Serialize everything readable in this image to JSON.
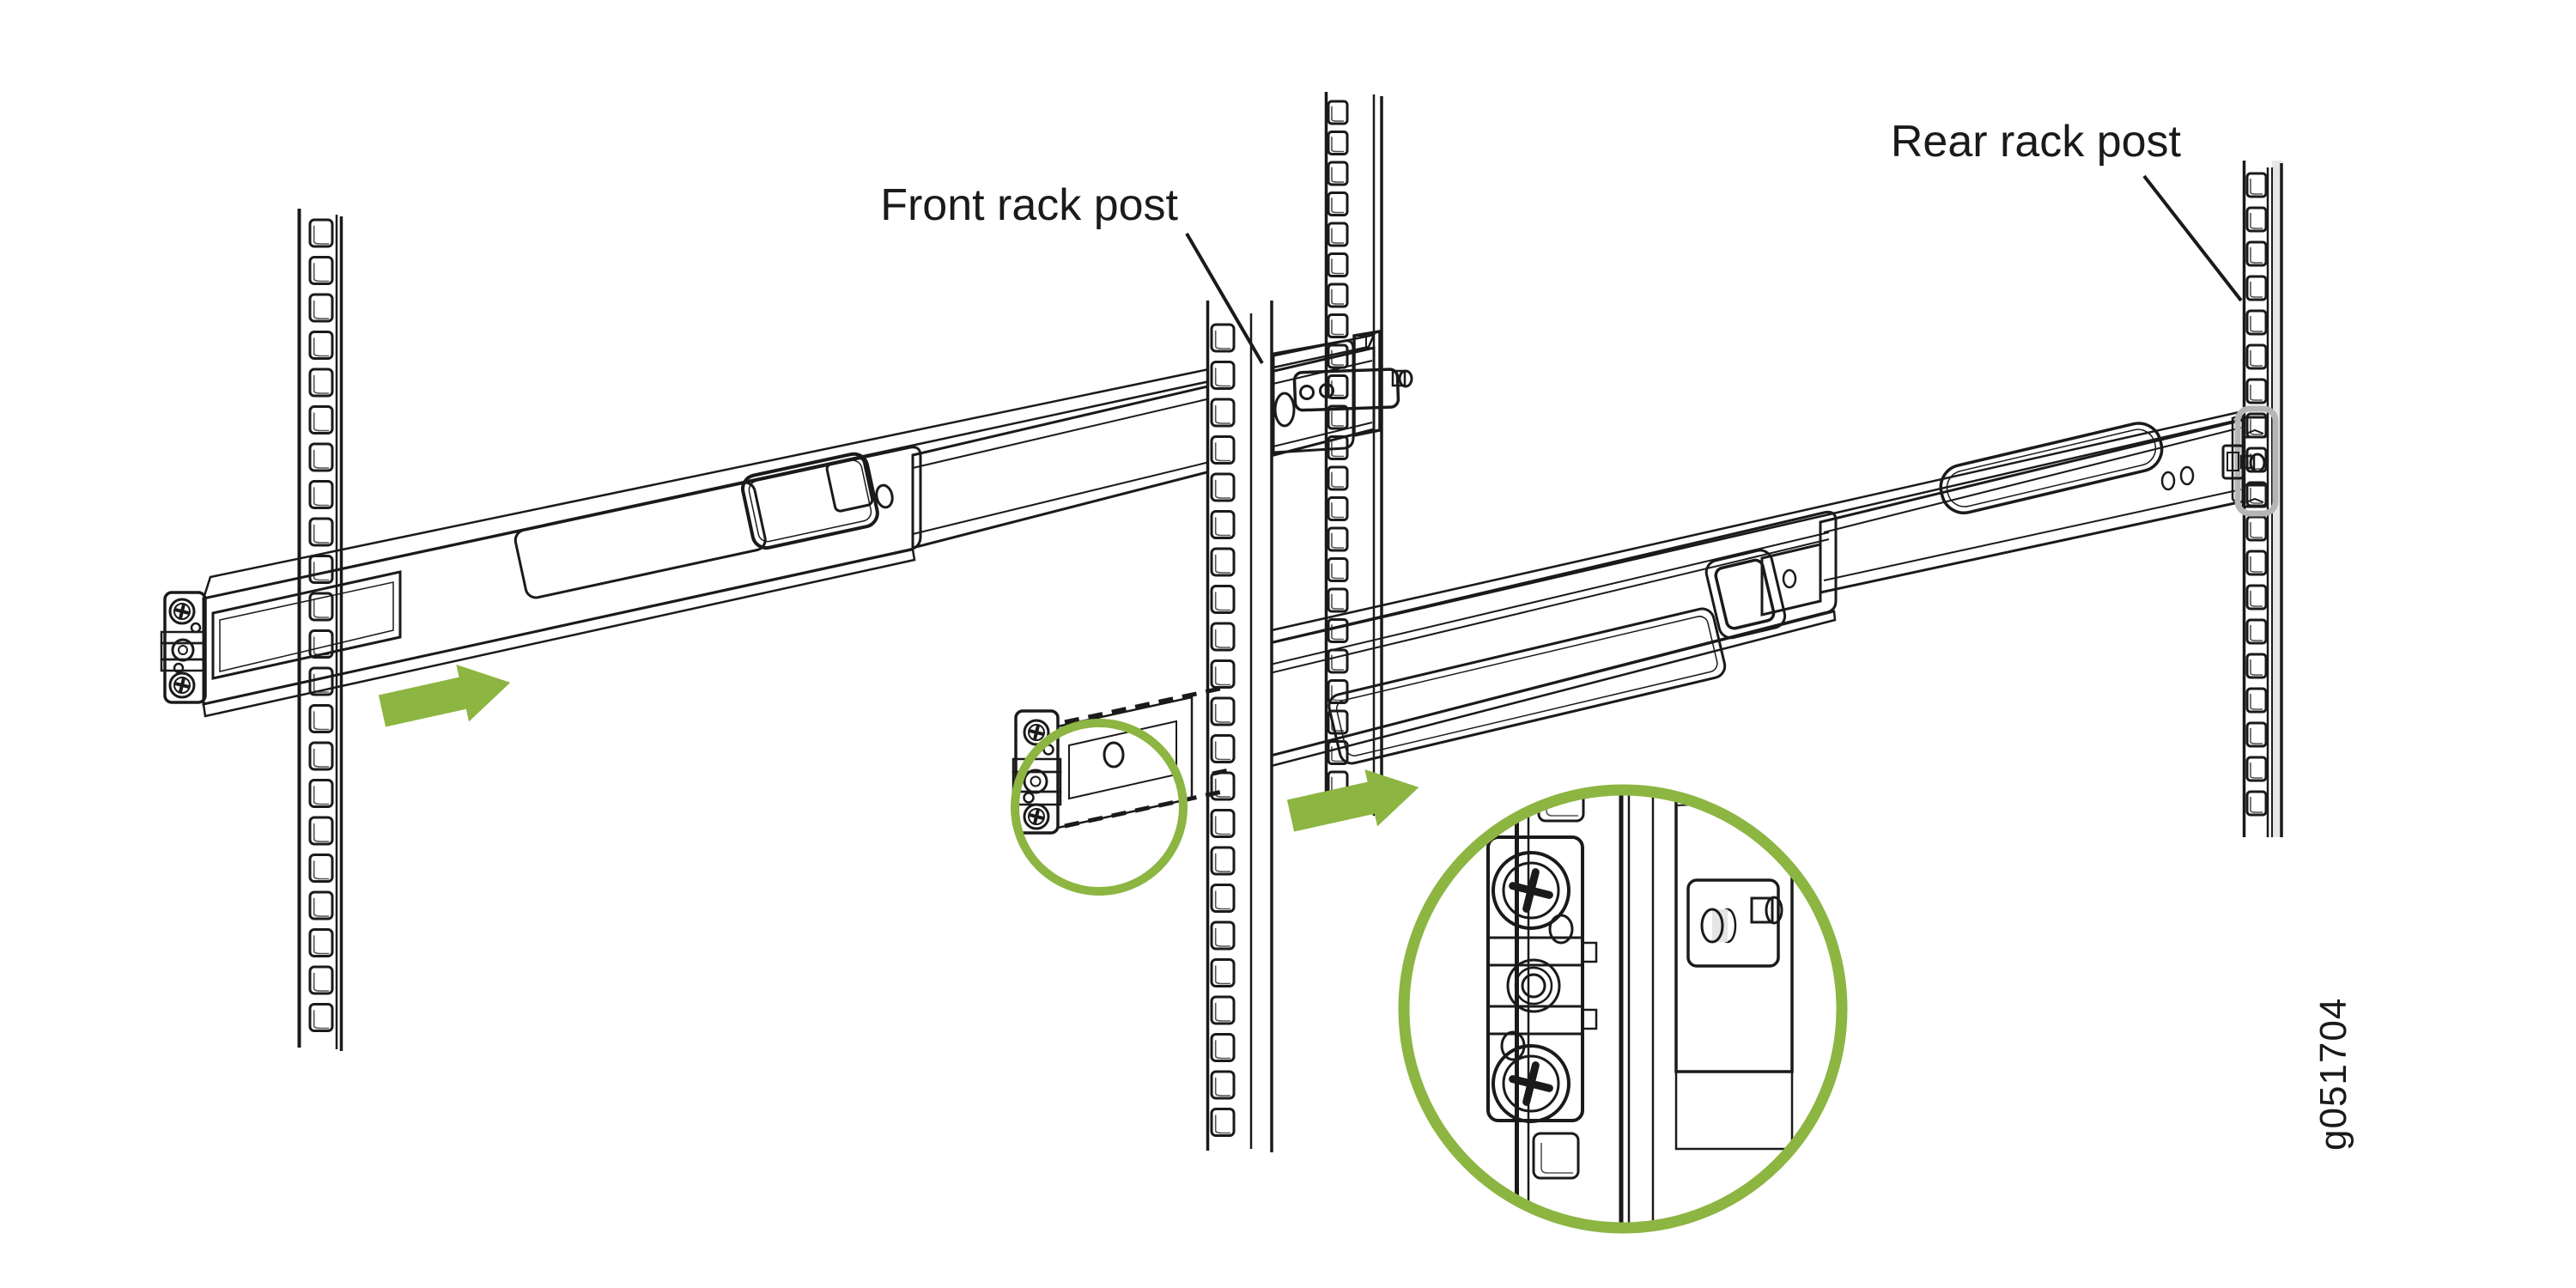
{
  "figure": {
    "type": "technical-illustration",
    "labels": {
      "front_rack_post": "Front rack post",
      "rear_rack_post": "Rear rack post"
    },
    "figure_id": "g051704",
    "colors": {
      "accent_green": "#8CB542",
      "line": "#1A1A1A"
    },
    "icons": {
      "slide_direction_arrows": "right-arrow",
      "detail_callouts": "magnifier-circle"
    }
  }
}
